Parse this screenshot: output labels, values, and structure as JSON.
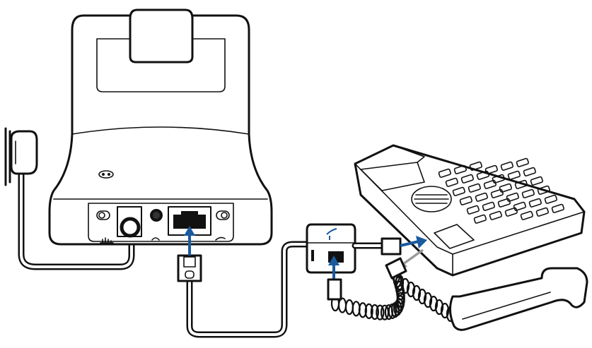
{
  "diagram": {
    "colors": {
      "line": "#111111",
      "background": "#ffffff",
      "arrow_primary": "#1a5a9e",
      "arrow_secondary": "#9a9a9a"
    },
    "components": [
      "headset-base",
      "power-adapter",
      "telephone-interface-cable",
      "splitter",
      "desk-phone",
      "handset",
      "coiled-handset-cord"
    ],
    "icons": [
      "power-port-icon",
      "audio-jack-icon",
      "telephone-port-icon",
      "config-switch-icon",
      "handset-icon"
    ]
  }
}
